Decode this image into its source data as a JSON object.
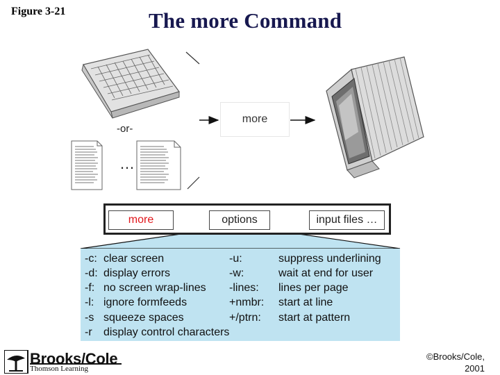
{
  "figure_label": "Figure 3-21",
  "title": "The more Command",
  "input_alt_label": "-or-",
  "ellipsis": "…",
  "more_label": "more",
  "command_line": {
    "command": "more",
    "options": "options",
    "files": "input files …"
  },
  "options_left": [
    {
      "flag": "-c:",
      "desc": "clear screen"
    },
    {
      "flag": "-d:",
      "desc": "display errors"
    },
    {
      "flag": "-f:",
      "desc": "no screen wrap-lines"
    },
    {
      "flag": "-l:",
      "desc": "ignore formfeeds"
    },
    {
      "flag": "-s",
      "desc": "squeeze spaces"
    },
    {
      "flag": "-r",
      "desc": "display control characters"
    }
  ],
  "options_right": [
    {
      "flag": "-u:",
      "desc": "suppress underlining"
    },
    {
      "flag": "-w:",
      "desc": "wait at end for user"
    },
    {
      "flag": "-lines:",
      "desc": "lines per page"
    },
    {
      "flag": "+nmbr:",
      "desc": "start at line"
    },
    {
      "flag": "+/ptrn:",
      "desc": "start at pattern"
    }
  ],
  "logo": {
    "name": "Brooks/Cole",
    "tagline": "Thomson Learning"
  },
  "copyright": [
    "©Brooks/Cole,",
    "2001"
  ],
  "colors": {
    "title": "#17184f",
    "command": "#e0161b",
    "panel": "#bfe3f1"
  }
}
